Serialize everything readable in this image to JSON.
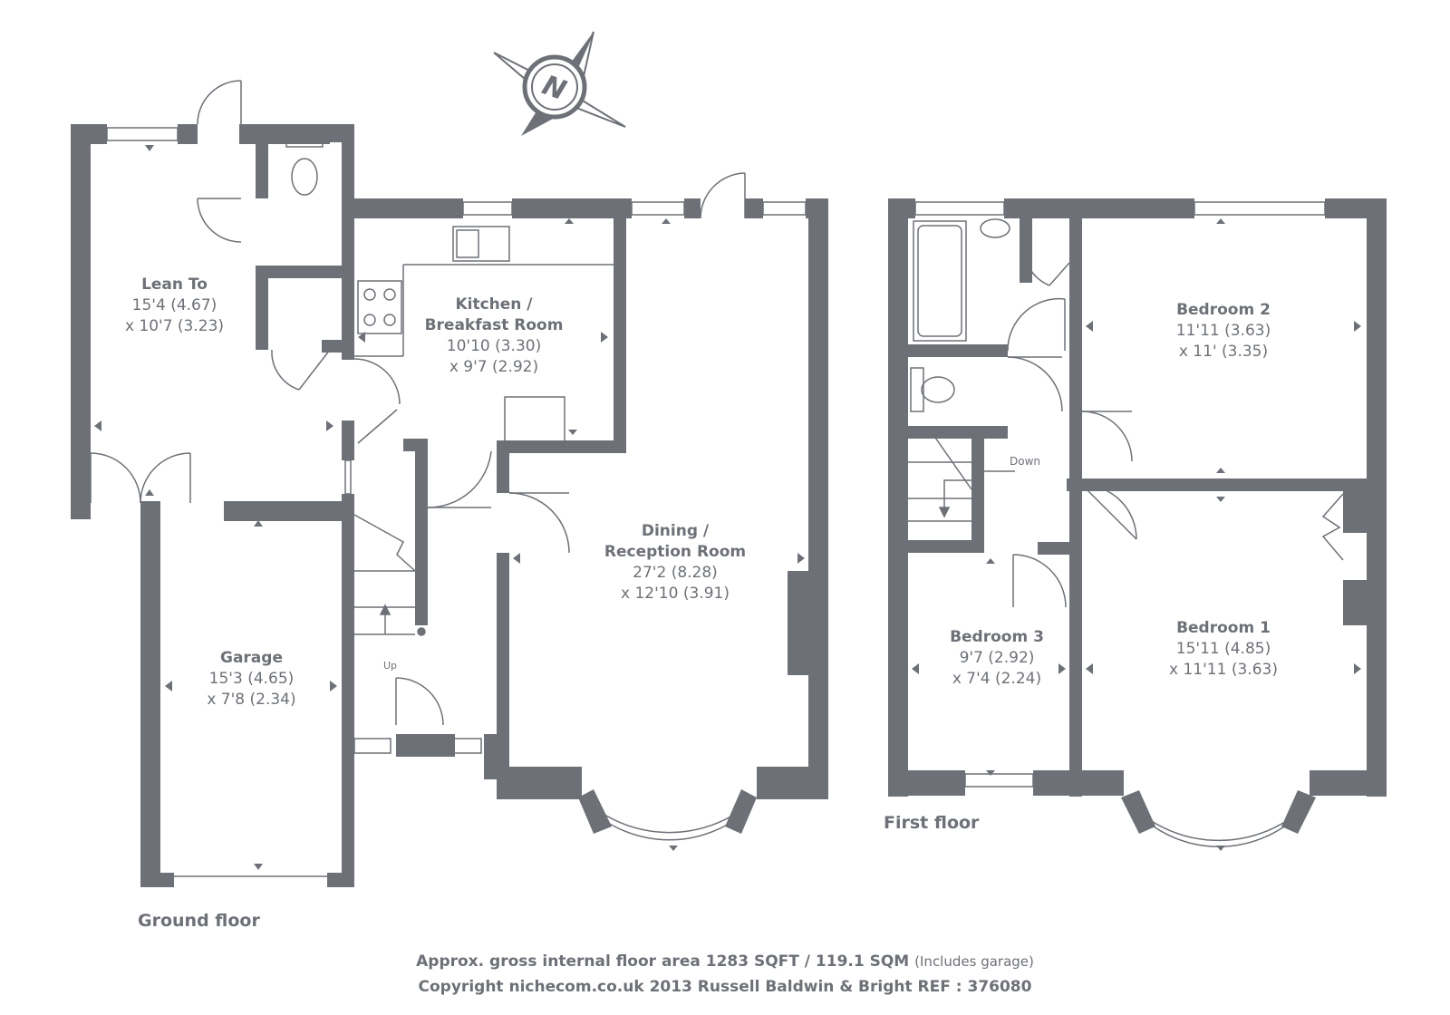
{
  "colors": {
    "wall": "#6d7177",
    "line": "#8a8e93",
    "text": "#6d7177"
  },
  "ground_floor": {
    "title": "Ground floor",
    "rooms": {
      "lean_to": {
        "name": "Lean To",
        "dim1": "15'4 (4.67)",
        "dim2": "x 10'7 (3.23)"
      },
      "kitchen": {
        "name1": "Kitchen /",
        "name2": "Breakfast Room",
        "dim1": "10'10 (3.30)",
        "dim2": "x 9'7 (2.92)"
      },
      "dining": {
        "name1": "Dining /",
        "name2": "Reception Room",
        "dim1": "27'2 (8.28)",
        "dim2": "x 12'10 (3.91)"
      },
      "garage": {
        "name": "Garage",
        "dim1": "15'3 (4.65)",
        "dim2": "x 7'8 (2.34)"
      }
    },
    "stairs_label": "Up"
  },
  "first_floor": {
    "title": "First floor",
    "rooms": {
      "bedroom2": {
        "name": "Bedroom 2",
        "dim1": "11'11 (3.63)",
        "dim2": "x 11' (3.35)"
      },
      "bedroom1": {
        "name": "Bedroom 1",
        "dim1": "15'11 (4.85)",
        "dim2": "x 11'11 (3.63)"
      },
      "bedroom3": {
        "name": "Bedroom 3",
        "dim1": "9'7 (2.92)",
        "dim2": "x 7'4 (2.24)"
      }
    },
    "stairs_label": "Down"
  },
  "compass": {
    "label": "N",
    "icon": "compass-north-icon"
  },
  "footer": {
    "area_text": "Approx. gross internal floor area 1283 SQFT / 119.1 SQM",
    "area_note": "(Includes garage)",
    "copyright": "Copyright nichecom.co.uk 2013 Russell Baldwin & Bright REF : 376080"
  }
}
